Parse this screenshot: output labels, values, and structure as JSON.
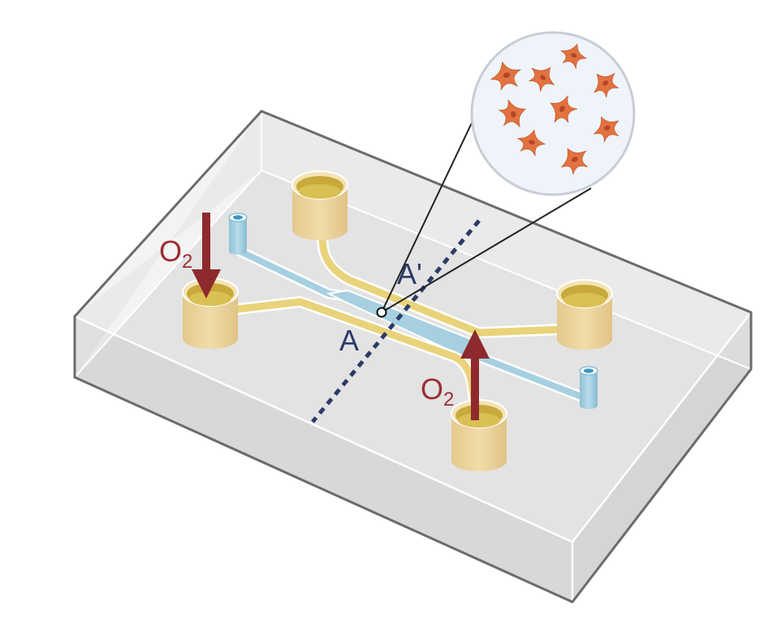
{
  "labels": {
    "oxygen_top": {
      "base": "O",
      "sub": "2"
    },
    "oxygen_bottom": {
      "base": "O",
      "sub": "2"
    },
    "section_start": "A",
    "section_end": "A'"
  },
  "colors": {
    "oxygen_arrow": "#8e2a2e",
    "oxygen_label": "#9b2f33",
    "section_label": "#2b3b66",
    "section_line": "#2b3b66",
    "blue_channel": "#a6d0e0",
    "yellow_channel": "#e8d37a",
    "reservoir_body": "#ecd49a",
    "cell": "#e0703b",
    "zoom_bg": "#eef4fa"
  },
  "icons": {
    "cells": "cell-icon",
    "reservoir": "reservoir-icon",
    "port": "port-icon"
  }
}
